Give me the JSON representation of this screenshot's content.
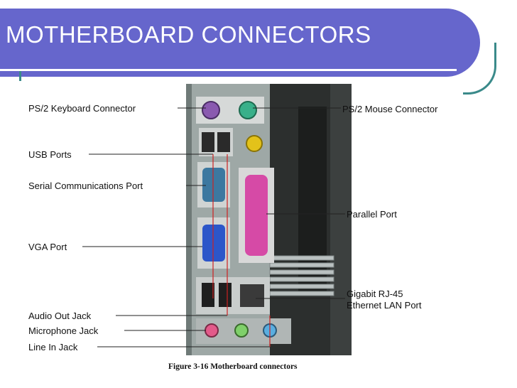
{
  "slide": {
    "title": "MOTHERBOARD CONNECTORS"
  },
  "figure": {
    "caption": "Figure 3-16 Motherboard connectors",
    "labels": {
      "ps2_keyboard": "PS/2 Keyboard Connector",
      "ps2_mouse": "PS/2 Mouse Connector",
      "usb": "USB Ports",
      "serial": "Serial Communications Port",
      "parallel": "Parallel Port",
      "vga": "VGA Port",
      "gigabit_line1": "Gigabit RJ-45",
      "gigabit_line2": "Ethernet LAN Port",
      "audio_out": "Audio Out Jack",
      "microphone": "Microphone Jack",
      "line_in": "Line In Jack"
    }
  },
  "colors": {
    "title_bar": "#6666cc",
    "title_text": "#ffffff",
    "accent": "#3a8a8a",
    "leader_line": "#cc2222"
  }
}
